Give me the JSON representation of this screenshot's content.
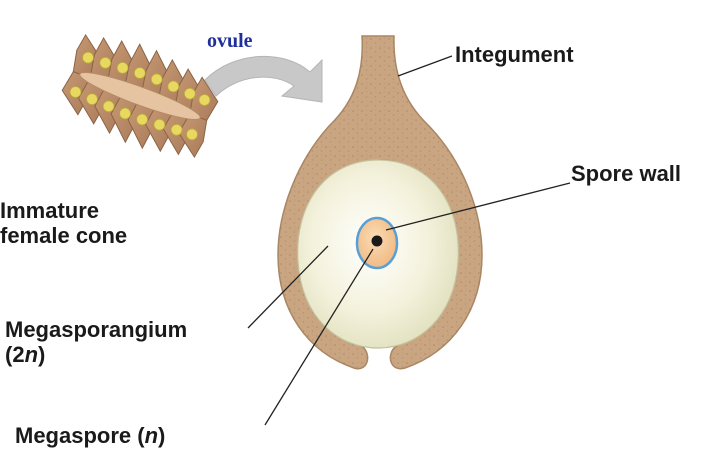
{
  "labels": {
    "ovule": "ovule",
    "integument": "Integument",
    "spore_wall": "Spore wall",
    "cone_line1": "Immature",
    "cone_line2": "female cone",
    "megasporangium_line1": "Megasporangium",
    "megasporangium_line2_pre": "(2",
    "megasporangium_line2_n": "n",
    "megasporangium_line2_post": ")",
    "megaspore_pre": "Megaspore (",
    "megaspore_n": "n",
    "megaspore_post": ")"
  },
  "colors": {
    "integument_fill": "#c9a582",
    "integument_stroke": "#a98664",
    "megasporangium_fill": "#f2f0d6",
    "spore_wall_ring": "#5a9fd4",
    "megaspore_fill": "#f3c28e",
    "nucleus": "#1a1a1a",
    "arrow": "#c8c8c8",
    "ovule_label": "#1f2f9c",
    "seed_yellow": "#e8d860",
    "leader_line": "#222222"
  }
}
